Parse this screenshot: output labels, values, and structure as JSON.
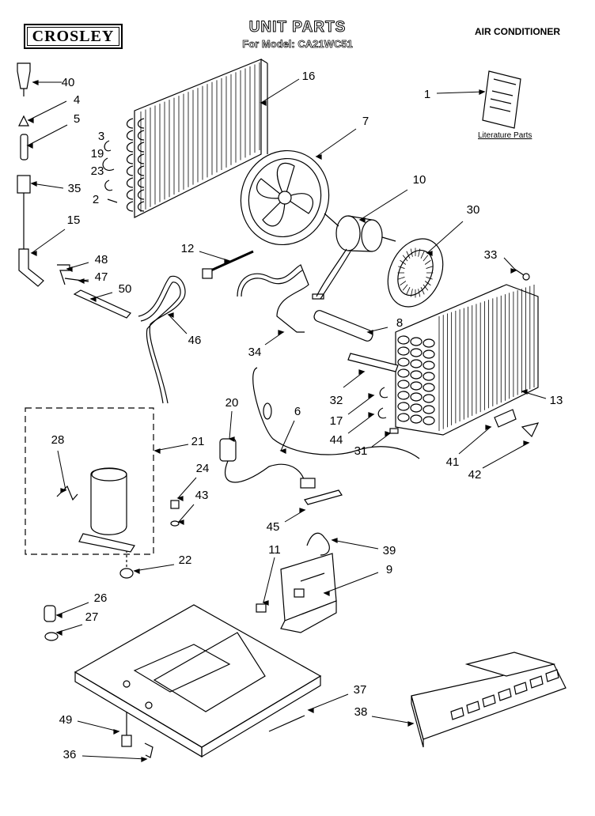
{
  "header": {
    "brand": "CROSLEY",
    "title": "UNIT PARTS",
    "model_line": "For Model: CA21WC51",
    "category": "AIR CONDITIONER"
  },
  "literature": {
    "label": "Literature Parts"
  },
  "callouts": [
    "40",
    "4",
    "5",
    "3",
    "19",
    "23",
    "35",
    "2",
    "15",
    "16",
    "7",
    "1",
    "10",
    "30",
    "12",
    "33",
    "48",
    "47",
    "50",
    "46",
    "34",
    "8",
    "32",
    "17",
    "44",
    "31",
    "13",
    "41",
    "42",
    "20",
    "6",
    "21",
    "28",
    "24",
    "43",
    "45",
    "39",
    "22",
    "11",
    "9",
    "26",
    "27",
    "37",
    "38",
    "49",
    "36"
  ]
}
